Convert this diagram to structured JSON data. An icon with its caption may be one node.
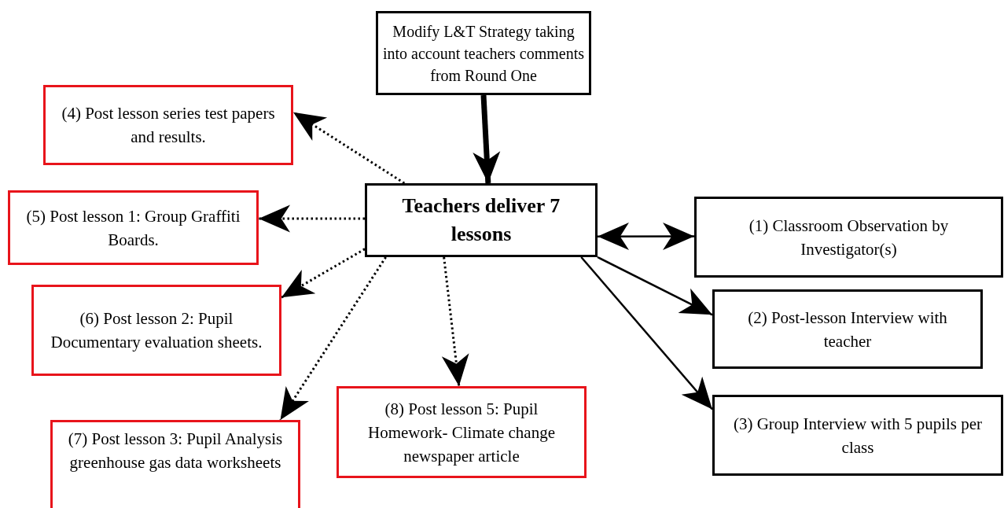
{
  "diagram": {
    "nodes": [
      {
        "text": [
          "Modify L&T Strategy taking into account teachers comments from Round One"
        ]
      },
      {
        "text": [
          "(4) Post lesson series test papers and results."
        ]
      },
      {
        "text": [
          "Teachers deliver 7 lessons"
        ]
      },
      {
        "text": [
          "(5) Post lesson 1: Group Graffiti Boards."
        ]
      },
      {
        "text": [
          "(1) Classroom Observation by Investigator(s)"
        ]
      },
      {
        "text": [
          "(6) Post lesson 2: Pupil Documentary evaluation sheets."
        ]
      },
      {
        "text": [
          "(2) Post-lesson Interview with teacher"
        ]
      },
      {
        "text": [
          "(8) Post lesson 5: Pupil Homework- Climate change newspaper article"
        ]
      },
      {
        "text": [
          "(3) Group Interview with 5 pupils per class"
        ]
      },
      {
        "text": [
          "(7) Post lesson 3: Pupil Analysis greenhouse gas data worksheets"
        ]
      }
    ],
    "edges": [
      {
        "from": 0,
        "to": 2,
        "arrow": "to",
        "style": "thick"
      },
      {
        "from": 2,
        "to": 1,
        "arrow": "to",
        "style": "dashed"
      },
      {
        "from": 2,
        "to": 3,
        "arrow": "to",
        "style": "dashed"
      },
      {
        "from": 2,
        "to": 5,
        "arrow": "to",
        "style": "dashed"
      },
      {
        "from": 2,
        "to": 9,
        "arrow": "to",
        "style": "dashed"
      },
      {
        "from": 2,
        "to": 7,
        "arrow": "to",
        "style": "dashed"
      },
      {
        "from": 2,
        "to": 4,
        "arrow": "both"
      },
      {
        "from": 2,
        "to": 6,
        "arrow": "to"
      },
      {
        "from": 2,
        "to": 8,
        "arrow": "to"
      }
    ]
  }
}
